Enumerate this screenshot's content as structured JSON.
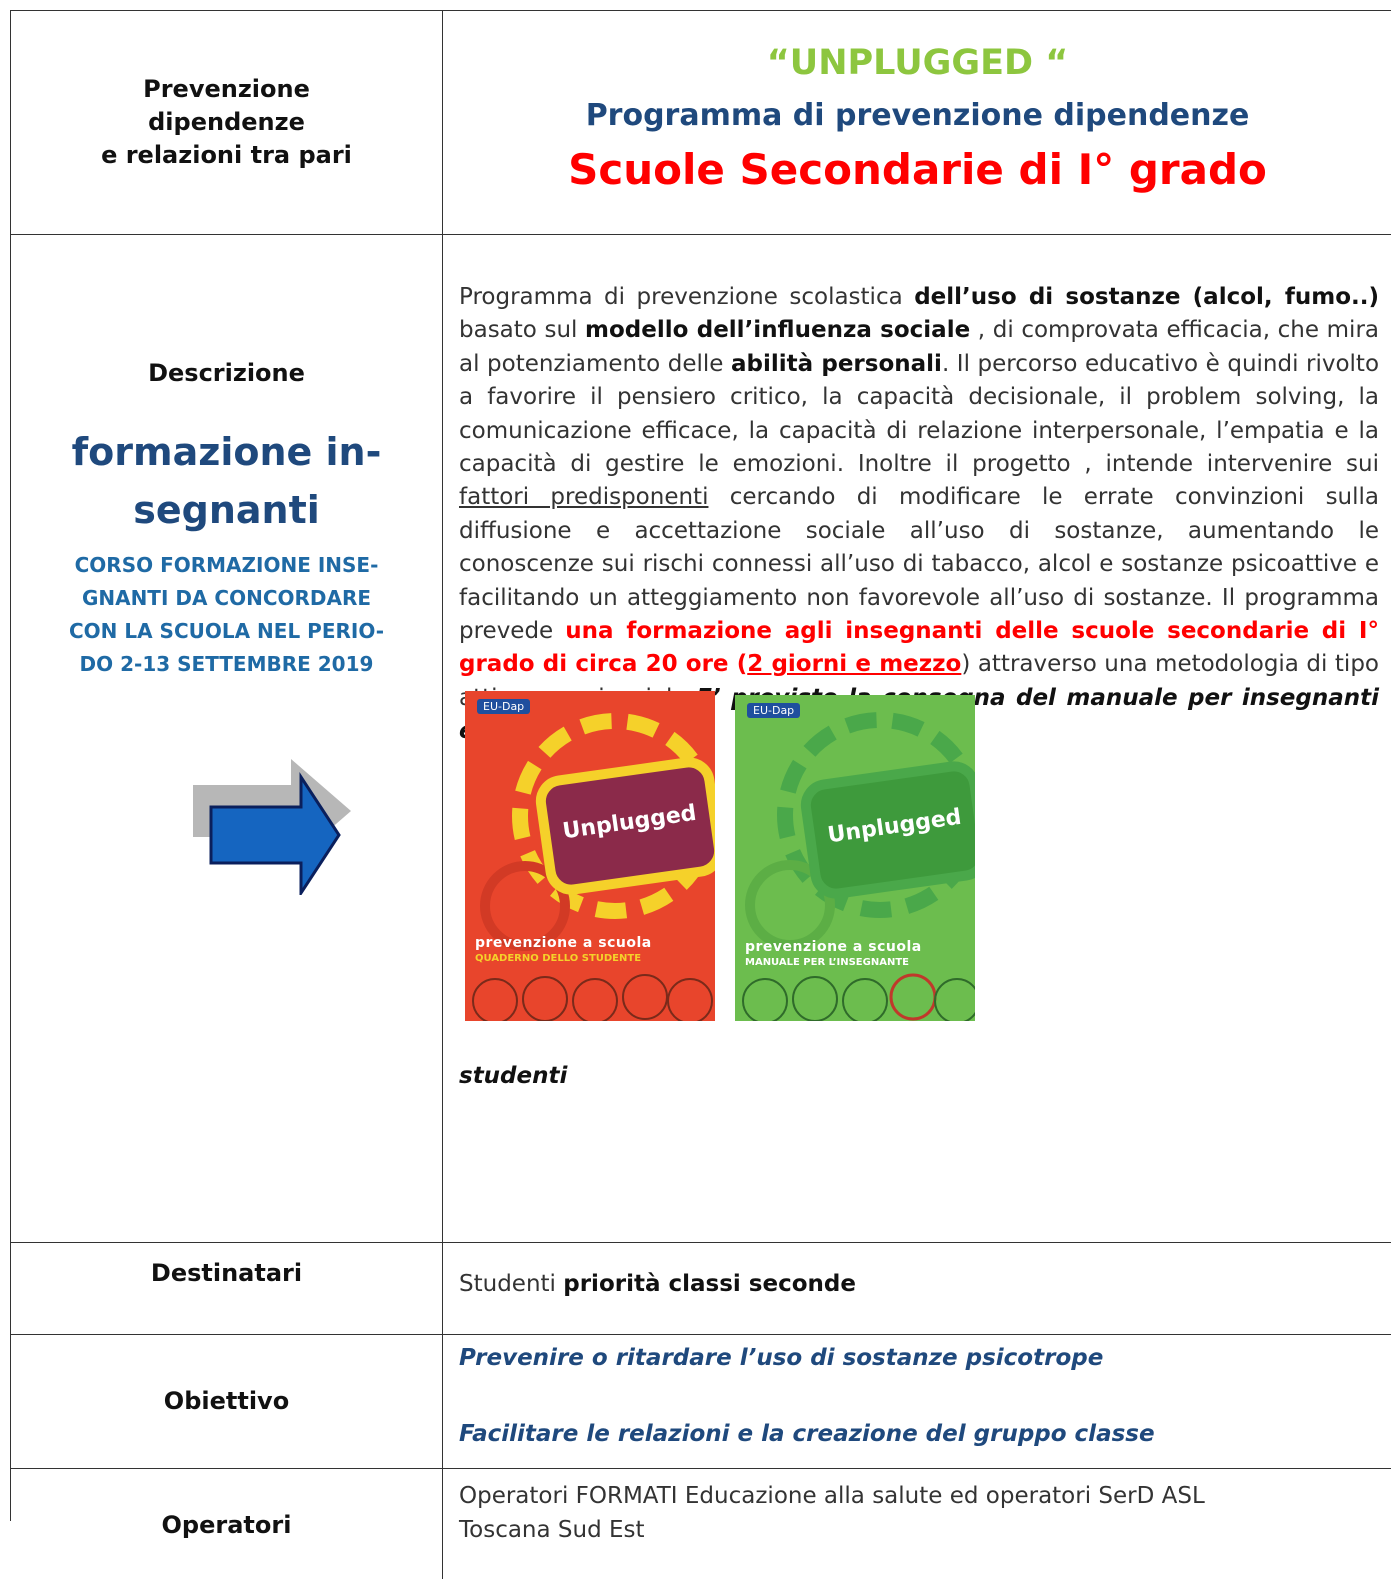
{
  "header": {
    "left_lines": [
      "Prevenzione",
      "dipendenze",
      "e relazioni tra pari"
    ],
    "title": "“UNPLUGGED “",
    "subtitle": "Programma di prevenzione  dipendenze",
    "subtitle2": "Scuole Secondarie di I° grado"
  },
  "descrizione": {
    "label": "Descrizione",
    "big_lines": [
      "formazione in-",
      "segnanti"
    ],
    "course_lines": [
      "CORSO FORMAZIONE INSE-",
      "GNANTI  DA CONCORDARE",
      "CON LA SCUOLA NEL PERIO-",
      "DO 2-13 SETTEMBRE 2019"
    ],
    "text": {
      "t1": "Programma di prevenzione scolastica ",
      "b1": "dell’uso di sostanze (alcol, fumo..)",
      "t2": " basato sul ",
      "b2": "modello dell’influenza sociale",
      "t3": " , di comprovata efficacia, che mira al potenziamento delle ",
      "b3": "abilità personali",
      "t4": ". Il percorso educativo è  quindi rivolto a favorire il pensiero critico, la capacità decisionale, il problem solving, la comunicazione efficace, la capacità di relazione interpersonale, l’empatia e la capacità di gestire le emozioni. Inoltre il progetto , intende intervenire sui ",
      "u1": "fattori predisponenti",
      "t5": " cercando di modificare le errate convinzioni sulla diffusione e accettazione sociale all’uso di sostanze, aumentando le conoscenze sui rischi connessi all’uso di tabacco, alcol e sostanze psicoattive e facilitando un atteggiamento non favorevole all’uso di sostanze. Il programma prevede ",
      "r1": "una formazione agli insegnanti delle scuole secondarie di I° grado  di circa 20 ore (",
      "r2": "2 giorni e mezzo",
      "t6": ") attraverso una metodologia di tipo attivo-esperienziale",
      "bi1": "E’ previsto la consegna del manuale per insegnanti e per",
      "bi2": "studenti"
    },
    "covers": [
      {
        "eu": "EU-Dap",
        "title": "Unplugged",
        "line1": "prevenzione a scuola",
        "line2": "QUADERNO DELLO STUDENTE",
        "bg": "#e8452c",
        "screen": "#8b2a4a",
        "frame": "#f5d12a",
        "sub2color": "#f5d12a"
      },
      {
        "eu": "EU-Dap",
        "title": "Unplugged",
        "line1": "prevenzione a scuola",
        "line2": "MANUALE PER L’INSEGNANTE",
        "bg": "#6cbd4e",
        "screen": "#3e9a3c",
        "frame": "#4aa84a",
        "sub2color": "#ffffff"
      }
    ]
  },
  "destinatari": {
    "label": "Destinatari",
    "t1": "Studenti  ",
    "b1": "priorità classi seconde"
  },
  "obiettivo": {
    "label": "Obiettivo",
    "line1": "Prevenire o ritardare l’uso di sostanze psicotrope",
    "line2": "Facilitare le relazioni e la creazione del gruppo classe"
  },
  "operatori": {
    "label": "Operatori",
    "line1": "Operatori FORMATI Educazione alla salute ed operatori SerD ASL",
    "line2": "Toscana Sud Est"
  }
}
